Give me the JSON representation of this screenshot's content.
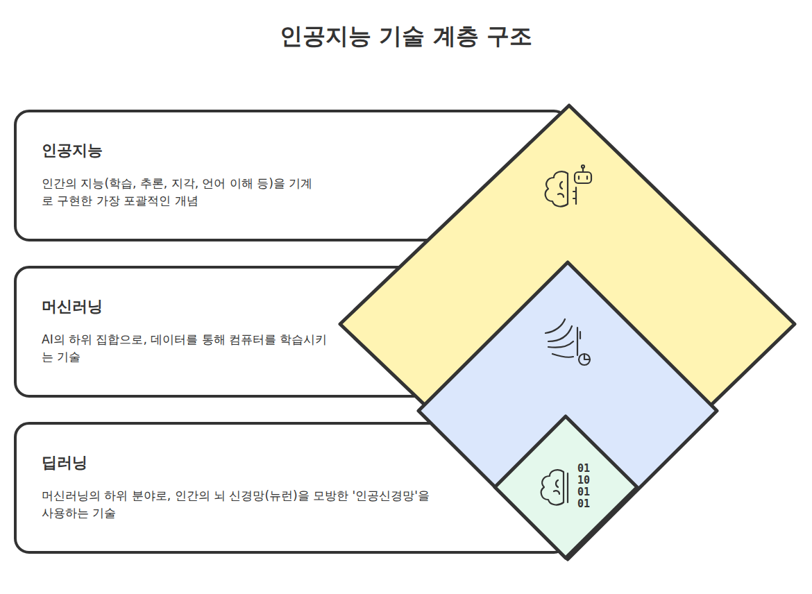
{
  "diagram": {
    "title": "인공지능 기술 계층 구조",
    "nodes": [
      {
        "text": [
          "인공지능",
          "인간의 지능(학습, 추론, 지각, 언어 이해 등)을 기계로 구현한 가장 포괄적인 개념"
        ]
      },
      {
        "text": [
          "머신러닝",
          "AI의 하위 집합으로, 데이터를 통해 컴퓨터를 학습시키는 기술"
        ]
      },
      {
        "text": [
          "딥러닝",
          "머신러닝의 하위 분야로, 인간의 뇌 신경망(뉴런)을 모방한 '인공신경망'을 사용하는 기술"
        ]
      }
    ],
    "labels": [
      "01",
      "10",
      "01",
      "01"
    ]
  }
}
